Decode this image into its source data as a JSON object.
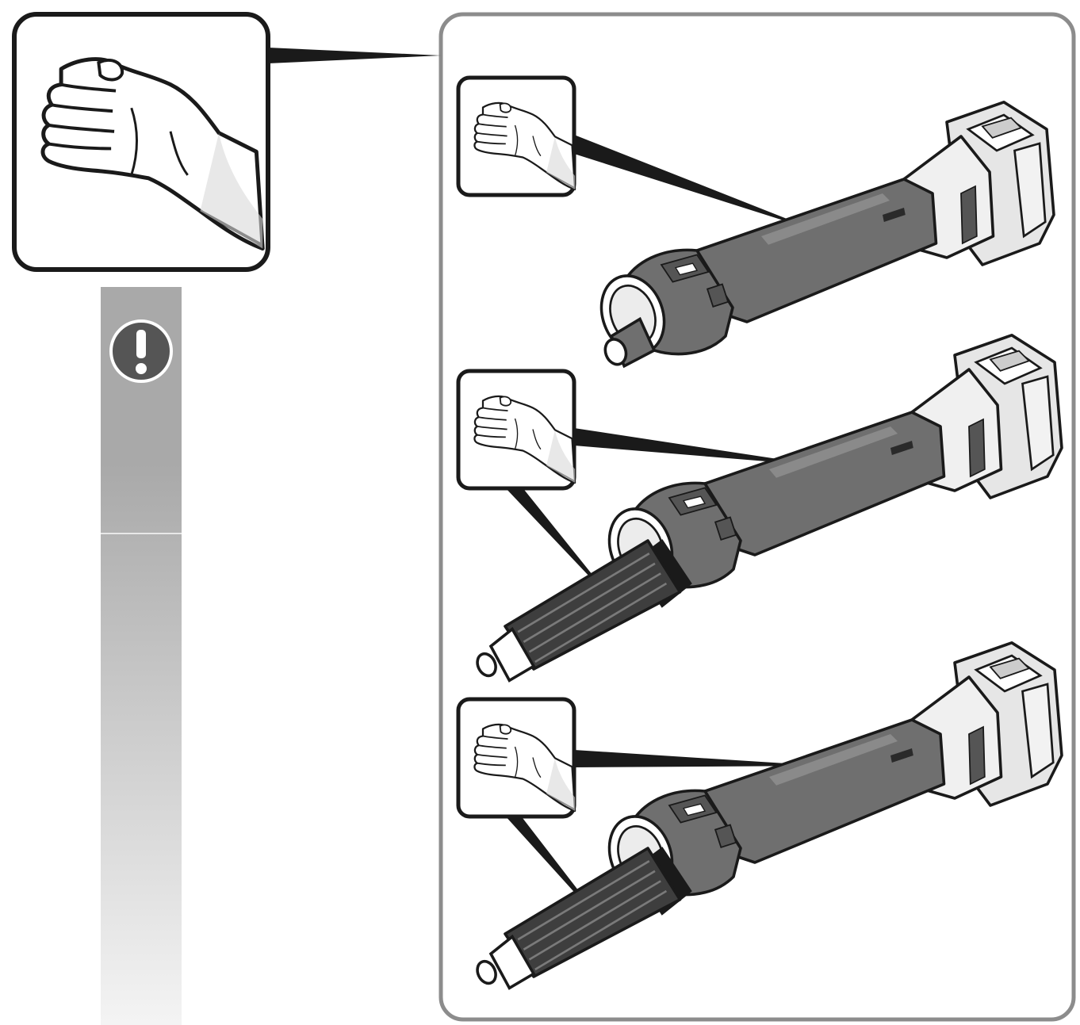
{
  "colors": {
    "frame_stroke": "#8c8c8c",
    "outline": "#1a1a1a",
    "tool_body": "#6f6f6f",
    "tool_dark": "#4a4a4a",
    "tool_light": "#e6e6e6",
    "skin": "#ffffff",
    "warning_band_top": "#a9a9a9",
    "warning_band_bottom": "#f4f4f4",
    "warning_icon_fill": "#555555",
    "warning_icon_mark": "#ffffff"
  },
  "icons": {
    "warning": "exclamation-circle-icon",
    "hand": "open-hand-icon"
  },
  "tools": [
    {
      "variant": "short-nose"
    },
    {
      "variant": "long-nose"
    },
    {
      "variant": "long-nose"
    }
  ]
}
